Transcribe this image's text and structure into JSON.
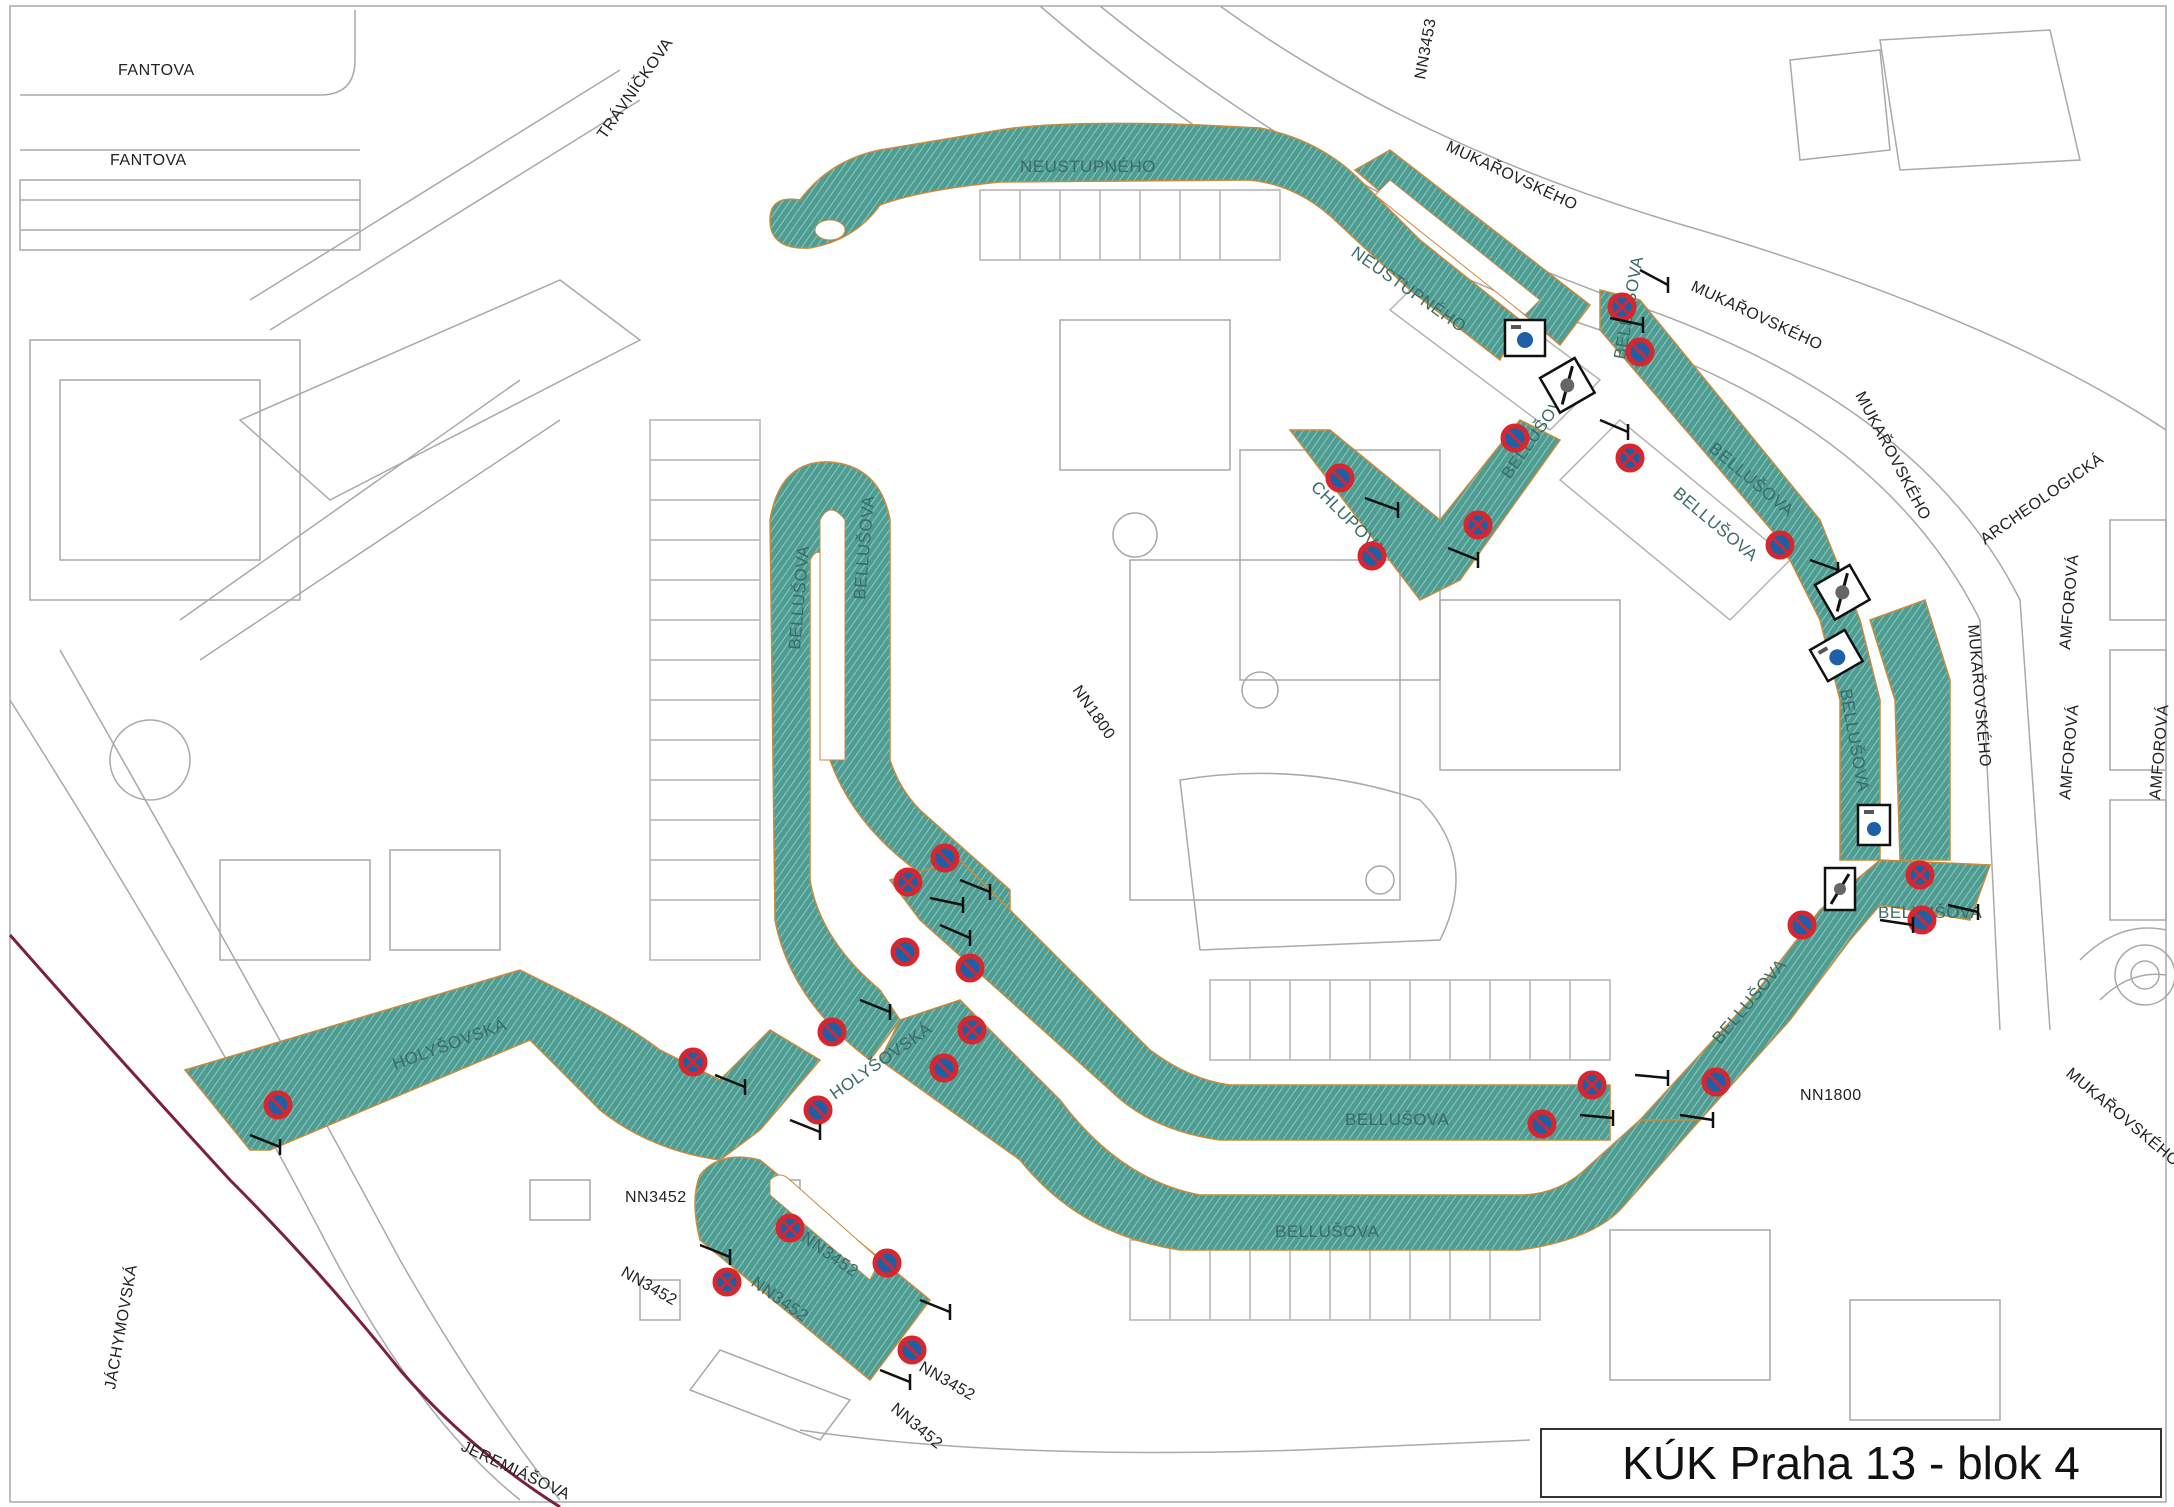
{
  "title": "KÚK Praha 13 - blok 4",
  "colors": {
    "zone_fill": "#4f9c93",
    "zone_stripe": "#7fc0b6",
    "zone_edge": "#c98a3a",
    "sign_red": "#d8262e",
    "sign_blue": "#1f5fa8",
    "boundary": "#7a2040"
  },
  "street_labels": {
    "fantova_1": "FANTOVA",
    "fantova_2": "FANTOVA",
    "travnickova": "TRÁVNÍČKOVA",
    "nn3453": "NN3453",
    "mukarovskeho_1": "MUKAŘOVSKÉHO",
    "mukarovskeho_2": "MUKAŘOVSKÉHO",
    "mukarovskeho_3": "MUKAŘOVSKÉHO",
    "mukarovskeho_4": "MUKAŘOVSKÉHO",
    "mukarovskeho_5": "MUKAŘOVSKÉHO",
    "archeologicka": "ARCHEOLOGICKÁ",
    "amforova_1": "AMFOROVÁ",
    "amforova_2": "AMFOROVÁ",
    "amforova_3": "AMFOROVÁ",
    "nn1800_1": "NN1800",
    "nn1800_2": "NN1800",
    "nn3452_1": "NN3452",
    "nn3452_2": "NN3452",
    "nn3452_3": "NN3452",
    "nn3452_4": "NN3452",
    "jachymovska": "JÁCHYMOVSKÁ",
    "jeremiasova": "JEREMIÁŠOVA"
  },
  "zone_labels": {
    "neustupneho_1": "NEUSTUPNÉHO",
    "neustupneho_2": "NEUSTUPNÉHO",
    "bellusova_1": "BELLUŠOVA",
    "bellusova_2": "BELLUŠOVA",
    "bellusova_3": "BELLUŠOVA",
    "bellusova_4": "BELLUŠOVA",
    "bellusova_5": "BELLUŠOVA",
    "bellusova_6": "BELLUŠOVA",
    "bellusova_7": "BELLUŠOVA",
    "bellusova_8": "BELLUŠOVA",
    "bellusova_9": "BELLUŠOVA",
    "bellusova_10": "BELLUŠOVA",
    "bellusova_11": "BELLUŠOVA",
    "holysovska_1": "HOLYŠOVSKÁ",
    "holysovska_2": "HOLYŠOVSKÁ",
    "nn3452_z1": "NN3452",
    "nn3452_z2": "NN3452",
    "chlupova": "CHLUPOVA"
  }
}
